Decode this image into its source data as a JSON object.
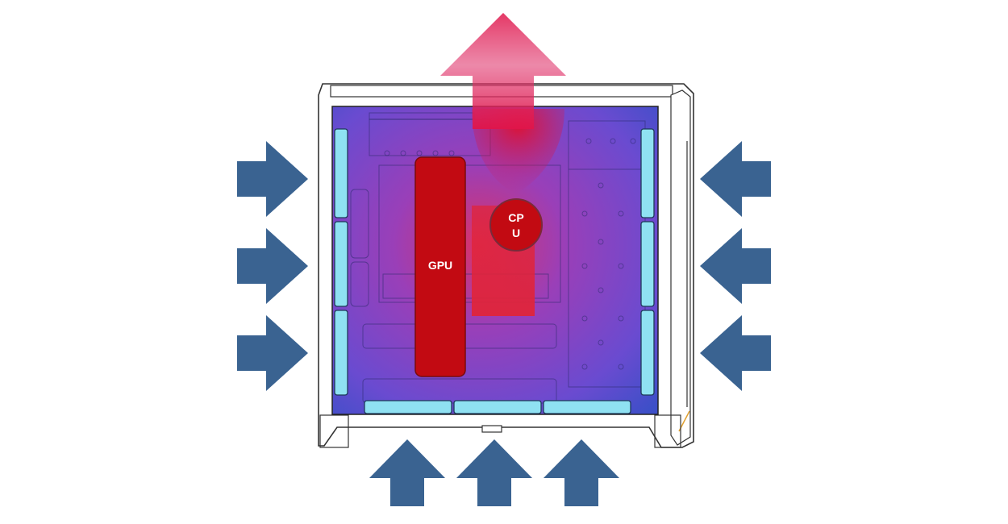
{
  "diagram": {
    "components": {
      "gpu_label": "GPU",
      "cpu_label_line1": "CP",
      "cpu_label_line2": "U"
    },
    "colors": {
      "intake_arrow": "#3a6391",
      "exhaust_arrow": "#e0154a",
      "case_interior": "#6e49c8",
      "component_red": "#c20a12",
      "fan_cyan": "#8fe1f2",
      "case_outline": "#333333"
    },
    "airflow": {
      "intake_left_count": 3,
      "intake_right_count": 3,
      "intake_bottom_count": 3,
      "exhaust_top_count": 1
    }
  }
}
